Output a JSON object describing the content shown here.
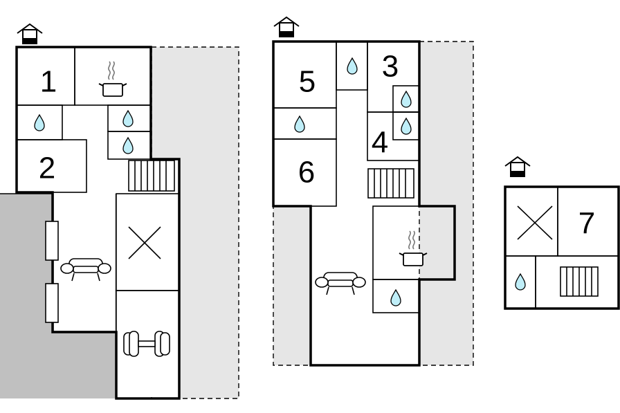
{
  "floors": [
    {
      "name": "floor-1",
      "rooms": [
        "1",
        "2"
      ]
    },
    {
      "name": "floor-2",
      "rooms": [
        "5",
        "3",
        "4",
        "6"
      ]
    },
    {
      "name": "floor-3",
      "rooms": [
        "7"
      ]
    }
  ],
  "colors": {
    "outdoor_area": "#e6e6e6",
    "terrace": "#c0c0c0",
    "water_drop": "#bfeef8",
    "walls": "#000000"
  },
  "icons": [
    "house-icon",
    "cooking-pot-icon",
    "water-drop-icon",
    "stairs-icon",
    "sofa-icon",
    "cross-icon",
    "dumbbell-icon",
    "window-icon"
  ]
}
